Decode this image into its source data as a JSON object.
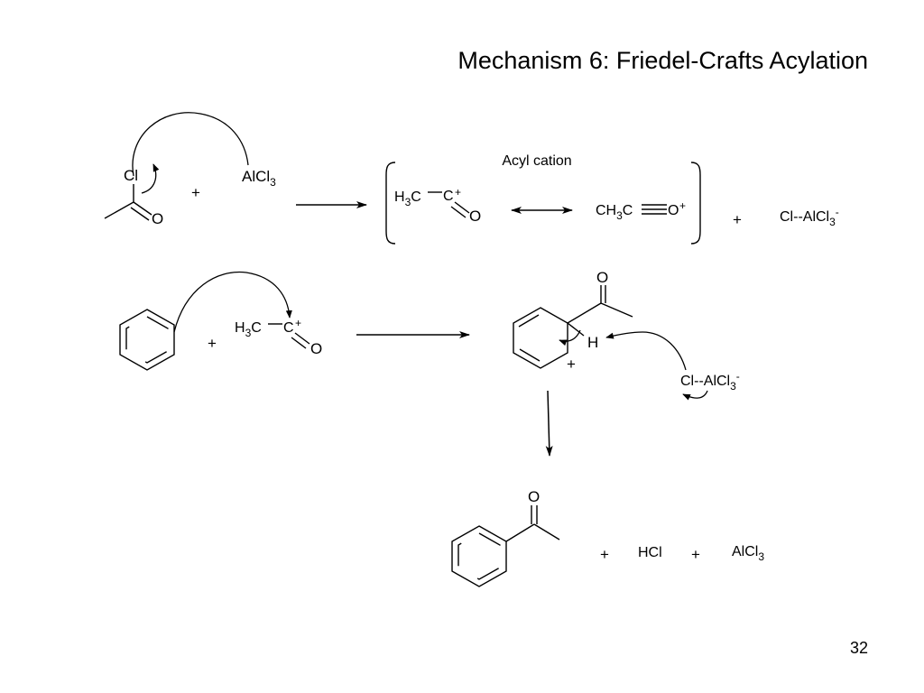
{
  "slide": {
    "title": "Mechanism 6:  Friedel-Crafts Acylation",
    "page_number": "32"
  },
  "step1": {
    "cl": "Cl",
    "o": "O",
    "plus": "+",
    "alcl3": {
      "main": "AlCl",
      "sub": "3"
    },
    "acyl_cation_label": "Acyl cation",
    "res1": {
      "h": "H",
      "sub": "3",
      "c": "C",
      "c2": "C",
      "charge": "+",
      "o": "O"
    },
    "res2": {
      "ch": "CH",
      "sub": "3",
      "c": "C",
      "o": "O",
      "charge": "+"
    },
    "product_plus": "+",
    "counterion": {
      "main": "Cl--AlCl",
      "sub": "3",
      "sup": "-"
    }
  },
  "step2": {
    "plus": "+",
    "acylium": {
      "h": "H",
      "sub": "3",
      "c": "C",
      "c2": "C",
      "charge": "+",
      "o": "O"
    },
    "sigma": {
      "o": "O",
      "h": "H",
      "charge": "+"
    },
    "counterion": {
      "main": "Cl--AlCl",
      "sub": "3",
      "sup": "-"
    }
  },
  "step3": {
    "o": "O",
    "plus1": "+",
    "hcl": "HCl",
    "plus2": "+",
    "alcl3": {
      "main": "AlCl",
      "sub": "3"
    }
  },
  "colors": {
    "ink": "#000000",
    "background": "#ffffff"
  }
}
